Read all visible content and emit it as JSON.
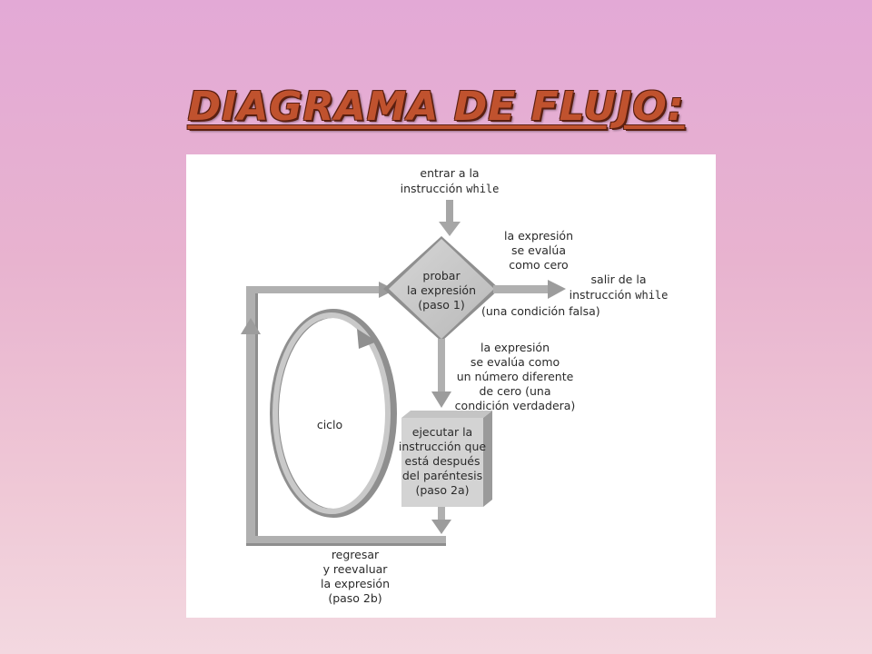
{
  "title": "DIAGRAMA DE FLUJO:",
  "diagram": {
    "enter": {
      "line1": "entrar a la",
      "line2": "instrucción ",
      "keyword": "while"
    },
    "decision": {
      "line1": "probar",
      "line2": "la expresión",
      "line3": "(paso 1)"
    },
    "false_branch": {
      "line1": "la expresión",
      "line2": "se evalúa",
      "line3": "como cero",
      "condition": "(una condición falsa)"
    },
    "exit": {
      "line1": "salir de la",
      "line2": "instrucción ",
      "keyword": "while"
    },
    "true_branch": {
      "line1": "la expresión",
      "line2": "se evalúa como",
      "line3": "un número diferente",
      "line4": "de cero (una",
      "line5": "condición verdadera)"
    },
    "process": {
      "line1": "ejecutar la",
      "line2": "instrucción que",
      "line3": "está después",
      "line4": "del paréntesis",
      "line5": "(paso 2a)"
    },
    "loop_label": "ciclo",
    "return": {
      "line1": "regresar",
      "line2": "y reevaluar",
      "line3": "la expresión",
      "line4": "(paso 2b)"
    }
  }
}
